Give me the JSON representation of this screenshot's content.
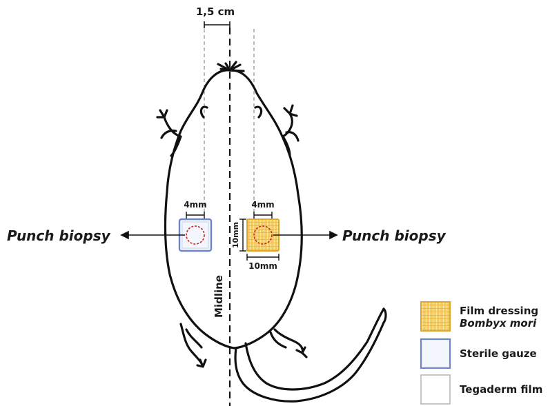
{
  "measurements": {
    "spacing": "1,5 cm",
    "left_wound": "4mm",
    "right_wound": "4mm",
    "dressing_height": "10mm",
    "dressing_width": "10mm"
  },
  "labels": {
    "midline": "Midline",
    "punch_left": "Punch biopsy",
    "punch_right": "Punch biopsy"
  },
  "legend": {
    "items": [
      {
        "label_line1": "Film dressing",
        "label_line2": "Bombyx mori",
        "swatch": "film-dressing"
      },
      {
        "label_line1": "Sterile gauze",
        "swatch": "sterile-gauze"
      },
      {
        "label_line1": "Tegaderm film",
        "swatch": "tegaderm-film"
      }
    ]
  },
  "colors": {
    "film_dressing_fill": "#f3cc63",
    "film_dressing_border": "#e0a82e",
    "gauze_border": "#6f86c6",
    "gauze_fill": "#f3f6fc",
    "tegaderm_border": "#b9b9b9",
    "biopsy_circle": "#d21f1f",
    "outline": "#111111"
  }
}
